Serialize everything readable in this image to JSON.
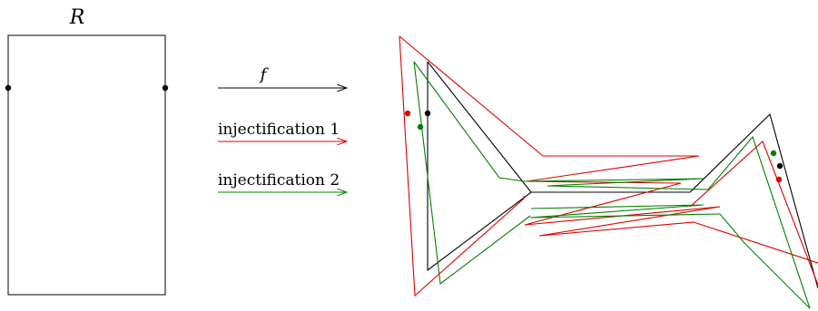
{
  "rect_label": "R",
  "map_label": "f",
  "arrows": [
    {
      "label": "",
      "color": "#000000"
    },
    {
      "label": "injectification 1",
      "color": "#e00000"
    },
    {
      "label": "injectification 2",
      "color": "#008000"
    }
  ],
  "colors": {
    "original": "#000000",
    "injectification_1": "#e00000",
    "injectification_2": "#008000"
  }
}
